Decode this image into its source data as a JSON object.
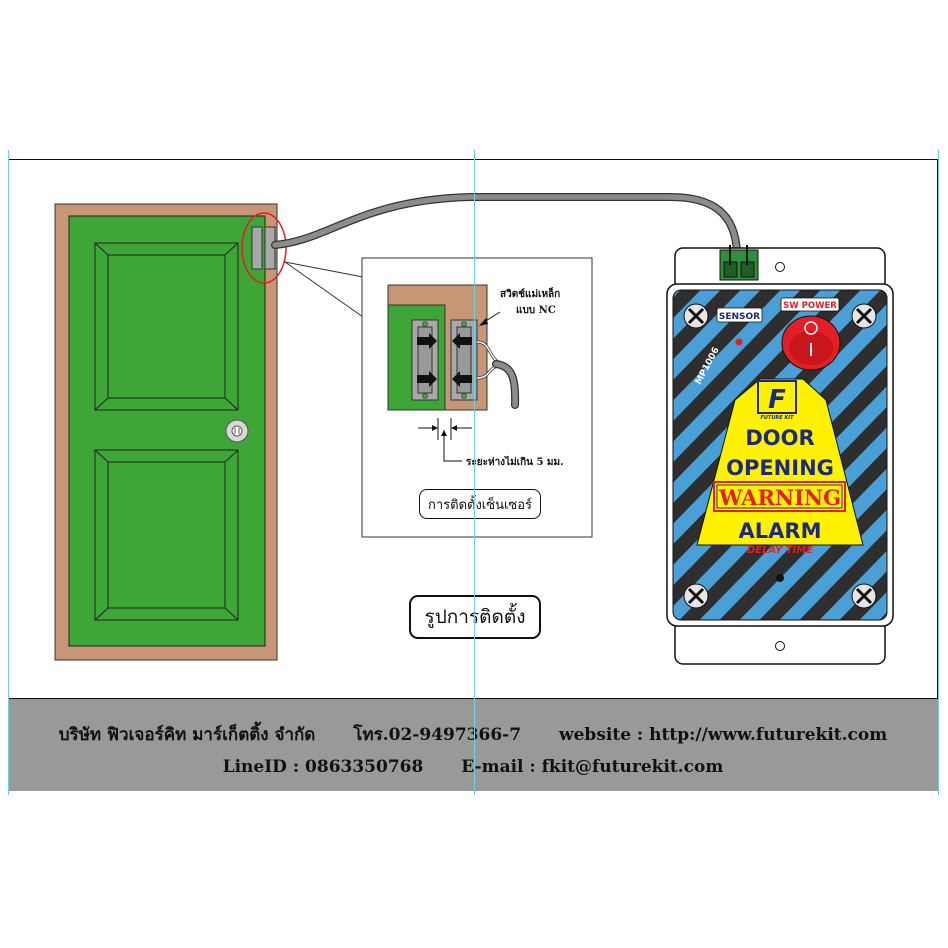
{
  "detail": {
    "switch_label_line1": "สวิตช์แม่เหล็ก",
    "switch_label_line2": "แบบ NC",
    "gap_label": "ระยะห่างไม่เกิน 5 มม.",
    "caption": "การติดตั้งเซ็นเซอร์"
  },
  "main_caption": "รูปการติดตั้ง",
  "device": {
    "sensor_label": "SENSOR",
    "power_label": "SW POWER",
    "model": "MP1006",
    "logo_letter": "F",
    "logo_text": "FUTURE KIT",
    "line_door": "DOOR",
    "line_opening": "OPENING",
    "line_warning": "WARNING",
    "line_alarm": "ALARM",
    "line_delay": "DELAY TIME"
  },
  "footer": {
    "company": "บริษัท ฟิวเจอร์คิท มาร์เก็ตติ้ง จำกัด",
    "phone": "โทร.02-9497366-7",
    "website": "website : http://www.futurekit.com",
    "line_id": "LineID : 0863350768",
    "email": "E-mail : fkit@futurekit.com"
  },
  "colors": {
    "door_green": "#3da637",
    "door_frame": "#c79676",
    "stripe_blue": "#4a9fd6",
    "stripe_dark": "#2e2e2e",
    "label_yellow": "#fff200",
    "text_navy": "#1d2a7a",
    "warning_red": "#e31e24",
    "footer_gray": "#999999"
  }
}
